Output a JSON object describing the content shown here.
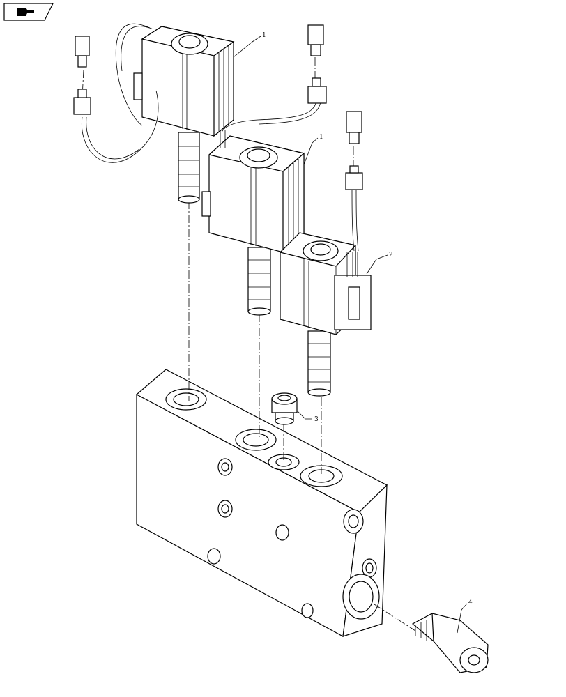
{
  "callouts": {
    "c1a": "1",
    "c1b": "1",
    "c2": "2",
    "c3": "3",
    "c4": "4"
  },
  "icons": {
    "nav": "next-page-arrow-icon"
  }
}
